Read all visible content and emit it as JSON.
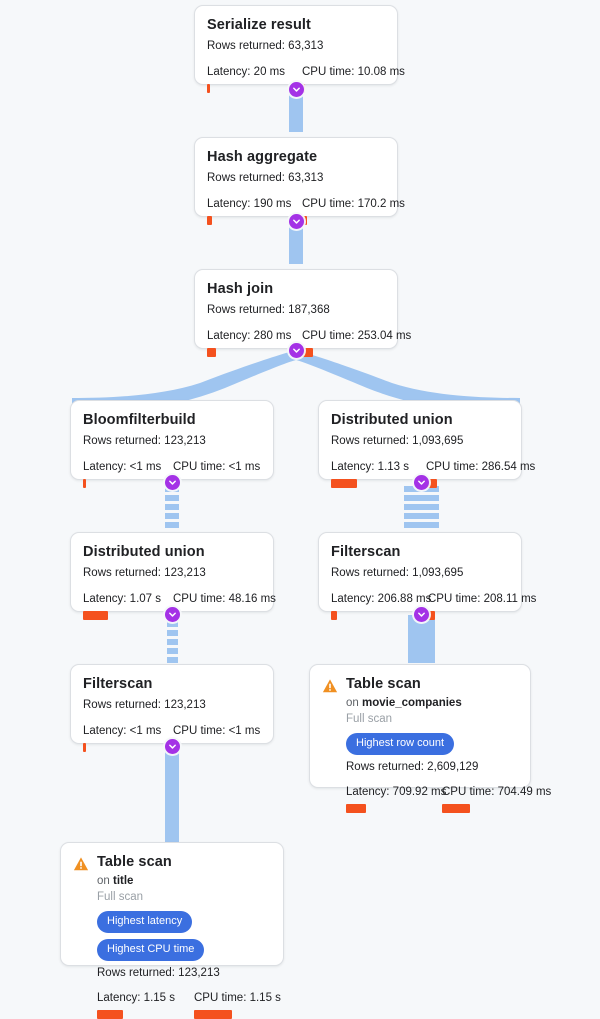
{
  "view": {
    "background": "#f6f8fa",
    "edge_color": "#9fc5f0",
    "toggle_color": "#a432e6",
    "bar_color": "#f4511e",
    "badge_color": "#3b6fe0",
    "warning_color": "#f09022"
  },
  "labels": {
    "rows_prefix": "Rows returned:",
    "latency_prefix": "Latency:",
    "cpu_prefix": "CPU time:",
    "on_prefix": "on",
    "toggle_icon": "chevron-down-icon",
    "warning_icon": "warning-triangle-icon"
  },
  "nodes": [
    {
      "id": "serialize-result",
      "title": "Serialize result",
      "rows": "Rows returned: 63,313",
      "latency": "Latency: 20 ms",
      "cpu": "CPU time: 10.08 ms",
      "latency_bar": 3,
      "cpu_bar": 3,
      "warning": false,
      "table": "",
      "scan_type": "",
      "badges": []
    },
    {
      "id": "hash-aggregate",
      "title": "Hash aggregate",
      "rows": "Rows returned: 63,313",
      "latency": "Latency: 190 ms",
      "cpu": "CPU time: 170.2 ms",
      "latency_bar": 5,
      "cpu_bar": 5,
      "warning": false,
      "table": "",
      "scan_type": "",
      "badges": []
    },
    {
      "id": "hash-join",
      "title": "Hash join",
      "rows": "Rows returned: 187,368",
      "latency": "Latency: 280 ms",
      "cpu": "CPU time: 253.04 ms",
      "latency_bar": 9,
      "cpu_bar": 11,
      "warning": false,
      "table": "",
      "scan_type": "",
      "badges": []
    },
    {
      "id": "bloomfilterbuild",
      "title": "Bloomfilterbuild",
      "rows": "Rows returned: 123,213",
      "latency": "Latency: <1 ms",
      "cpu": "CPU time: <1 ms",
      "latency_bar": 3,
      "cpu_bar": 3,
      "warning": false,
      "table": "",
      "scan_type": "",
      "badges": []
    },
    {
      "id": "distributed-union-right",
      "title": "Distributed union",
      "rows": "Rows returned: 1,093,695",
      "latency": "Latency: 1.13 s",
      "cpu": "CPU time: 286.54 ms",
      "latency_bar": 26,
      "cpu_bar": 11,
      "warning": false,
      "table": "",
      "scan_type": "",
      "badges": []
    },
    {
      "id": "distributed-union-left",
      "title": "Distributed union",
      "rows": "Rows returned: 123,213",
      "latency": "Latency: 1.07 s",
      "cpu": "CPU time: 48.16 ms",
      "latency_bar": 25,
      "cpu_bar": 3,
      "warning": false,
      "table": "",
      "scan_type": "",
      "badges": []
    },
    {
      "id": "filterscan-right",
      "title": "Filterscan",
      "rows": "Rows returned: 1,093,695",
      "latency": "Latency: 206.88 ms",
      "cpu": "CPU time: 208.11 ms",
      "latency_bar": 6,
      "cpu_bar": 7,
      "warning": false,
      "table": "",
      "scan_type": "",
      "badges": []
    },
    {
      "id": "filterscan-left",
      "title": "Filterscan",
      "rows": "Rows returned: 123,213",
      "latency": "Latency: <1 ms",
      "cpu": "CPU time: <1 ms",
      "latency_bar": 3,
      "cpu_bar": 3,
      "warning": false,
      "table": "",
      "scan_type": "",
      "badges": []
    },
    {
      "id": "table-scan-movie-companies",
      "title": "Table scan",
      "rows": "Rows returned: 2,609,129",
      "latency": "Latency: 709.92 ms",
      "cpu": "CPU time: 704.49 ms",
      "latency_bar": 20,
      "cpu_bar": 28,
      "warning": true,
      "table": "movie_companies",
      "scan_type": "Full scan",
      "badges": [
        "Highest row count"
      ]
    },
    {
      "id": "table-scan-title",
      "title": "Table scan",
      "rows": "Rows returned: 123,213",
      "latency": "Latency: 1.15 s",
      "cpu": "CPU time: 1.15 s",
      "latency_bar": 26,
      "cpu_bar": 38,
      "warning": true,
      "table": "title",
      "scan_type": "Full scan",
      "badges": [
        "Highest latency",
        "Highest CPU time"
      ]
    }
  ]
}
